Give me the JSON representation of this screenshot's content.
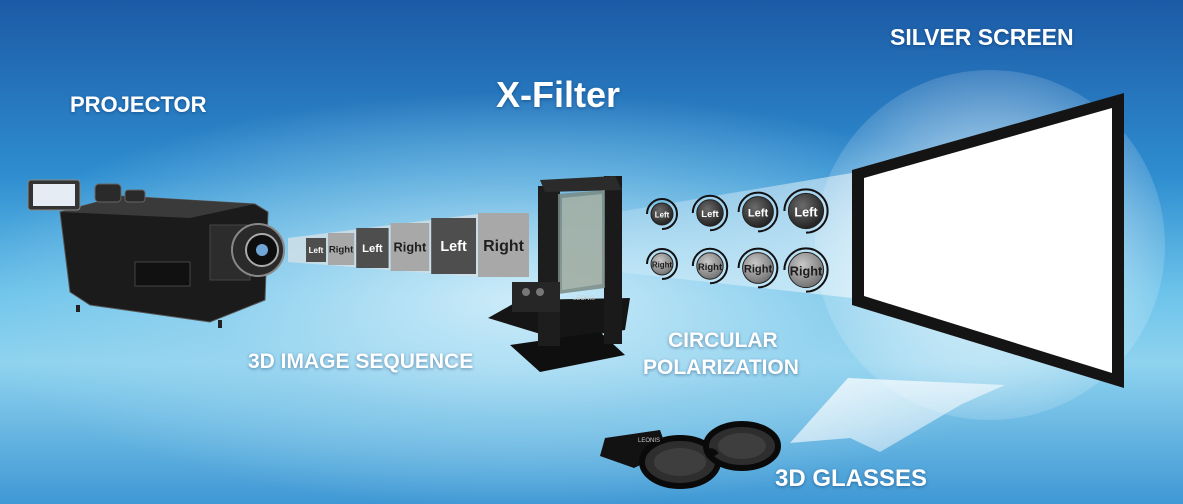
{
  "labels": {
    "projector": "PROJECTOR",
    "xfilter": "X-Filter",
    "silver_screen": "SILVER SCREEN",
    "image_sequence": "3D IMAGE SEQUENCE",
    "circular_line1": "CIRCULAR",
    "circular_line2": "POLARIZATION",
    "glasses": "3D GLASSES"
  },
  "sequence_frames": [
    "Left",
    "Right",
    "Left",
    "Right",
    "Left",
    "Right"
  ],
  "polarization": {
    "top_row": [
      "Left",
      "Left",
      "Left",
      "Left"
    ],
    "bottom_row": [
      "Right",
      "Right",
      "Right",
      "Right"
    ]
  },
  "brand_text": "LEONIS",
  "colors": {
    "background_top": "#1c5aa6",
    "background_mid": "#8fd3ef",
    "label": "#ffffff",
    "frame_dark": "#4a4a4a",
    "frame_light": "#bdbdbd"
  }
}
